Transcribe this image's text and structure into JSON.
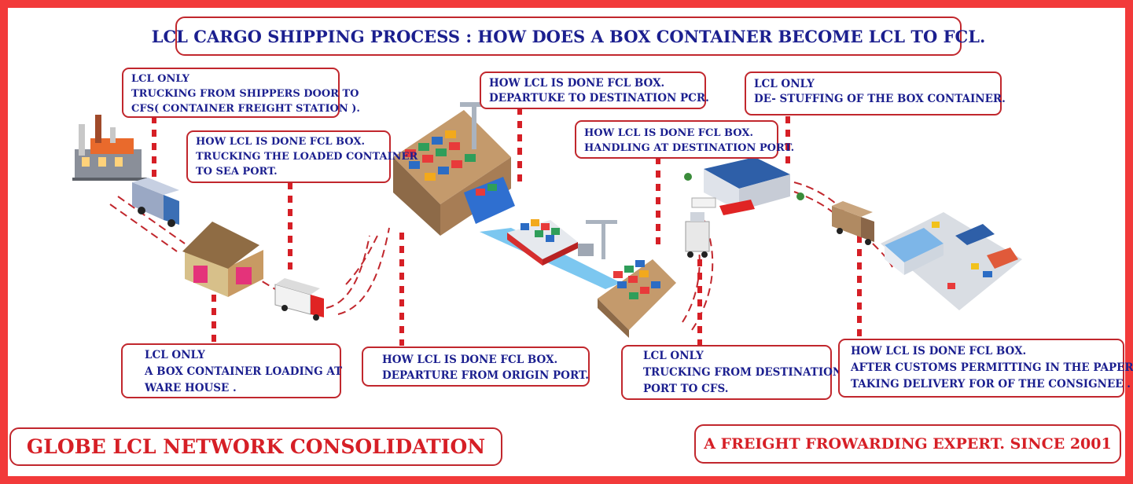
{
  "title": "LCL CARGO SHIPPING PROCESS : HOW DOES A BOX CONTAINER BECOME LCL TO FCL.",
  "steps": [
    {
      "line1": "LCL ONLY",
      "line2": "TRUCKING FROM SHIPPERS DOOR TO",
      "line3": "CFS( CONTAINER FREIGHT STATION )."
    },
    {
      "line1": "HOW LCL IS DONE FCL BOX.",
      "line2": "TRUCKING THE LOADED CONTAINER",
      "line3": "TO SEA PORT."
    },
    {
      "line1": "HOW LCL IS DONE FCL BOX.",
      "line2": "DEPARTUKE TO DESTINATION PCR."
    },
    {
      "line1": "HOW LCL IS DONE FCL BOX.",
      "line2": "HANDLING AT DESTINATION PORT."
    },
    {
      "line1": "LCL ONLY",
      "line2": "DE- STUFFING OF THE BOX CONTAINER."
    },
    {
      "line1": "LCL ONLY",
      "line2": "A BOX CONTAINER LOADING AT",
      "line3": "WARE HOUSE ."
    },
    {
      "line1": "HOW LCL  IS DONE FCL BOX.",
      "line2": "DEPARTURE FROM ORIGIN PORT."
    },
    {
      "line1": "LCL ONLY",
      "line2": "TRUCKING FROM DESTINATION",
      "line3": "PORT TO CFS."
    },
    {
      "line1": "HOW LCL IS DONE FCL BOX.",
      "line2": "AFTER CUSTOMS PERMITTING IN THE PAPERS,",
      "line3": "TAKING DELIVERY FOR OF THE CONSIGNEE ."
    }
  ],
  "footer_left": "GLOBE LCL NETWORK CONSOLIDATION",
  "footer_right": "A FREIGHT FROWARDING EXPERT. SINCE 2001",
  "colors": {
    "border": "#f23a3a",
    "box_border": "#c1272d",
    "text_blue": "#1b1f8f",
    "footer_red": "#d61f26"
  },
  "icons": [
    "factory-icon",
    "box-truck-icon",
    "warehouse-icon",
    "container-truck-icon",
    "origin-port-icon",
    "cargo-ship-icon",
    "destination-port-icon",
    "container-trailer-icon",
    "cfs-warehouse-icon",
    "delivery-truck-icon",
    "logistics-park-icon"
  ]
}
